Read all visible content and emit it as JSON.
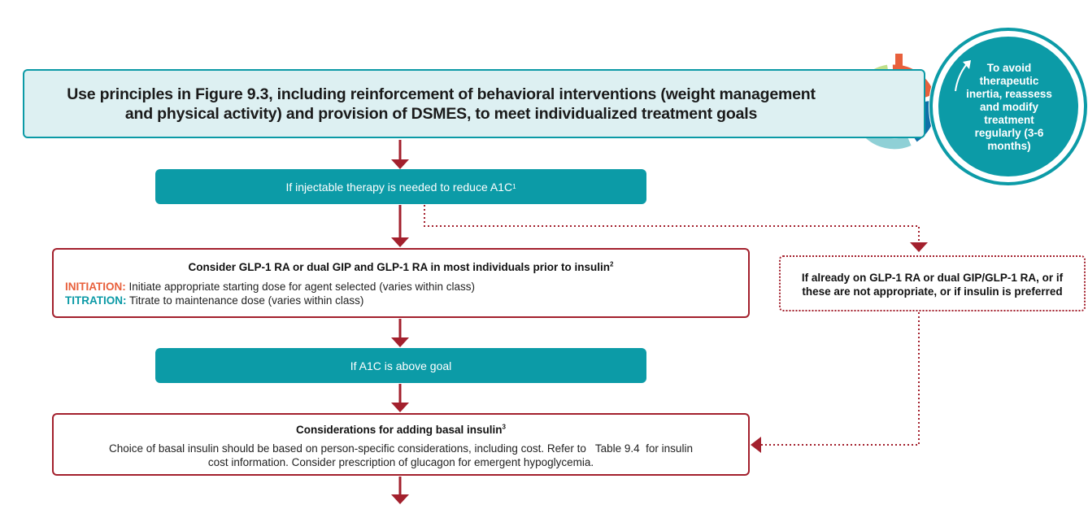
{
  "top": {
    "line1": "Use principles in Figure 9.3, including reinforcement of behavioral interventions (weight management",
    "line2": "and physical activity) and provision of DSMES, to meet individualized treatment goals"
  },
  "circle": {
    "text": "To avoid therapeutic inertia, reassess and modify treatment regularly (3-6 months)"
  },
  "step1": {
    "text": "If injectable therapy is needed to reduce A1C",
    "sup": "1"
  },
  "glp": {
    "title": "Consider GLP-1 RA or dual GIP and GLP-1 RA in most individuals prior to insulin",
    "title_sup": "2",
    "initiation_label": "INITIATION:",
    "initiation_text": " Initiate appropriate starting dose for agent selected (varies within class)",
    "titration_label": "TITRATION:",
    "titration_text": " Titrate to maintenance dose (varies within class)"
  },
  "step2": {
    "text": "If A1C is above goal"
  },
  "side": {
    "line1": "If already on GLP-1 RA or dual GIP/GLP-1 RA, or if",
    "line2": "these are not appropriate, or if insulin is preferred"
  },
  "basal": {
    "title": "Considerations for adding basal insulin",
    "title_sup": "3",
    "line1": "Choice of basal insulin should be based on person-specific considerations, including cost. Refer to   Table 9.4  for insulin",
    "line2": "cost information. Consider prescription of glucagon for emergent hypoglycemia."
  },
  "colors": {
    "teal": "#0c9ba7",
    "dark_red": "#a3202d",
    "orange": "#e8603c",
    "light_teal_bg": "#ddf0f2"
  }
}
